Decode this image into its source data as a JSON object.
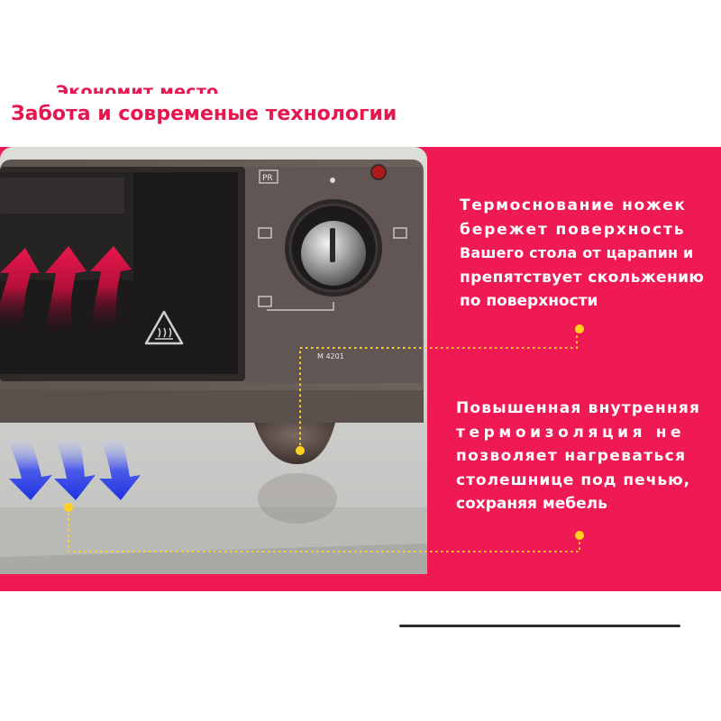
{
  "headings": {
    "partial": "Экономит место",
    "main": "Забота и современые технологии"
  },
  "oven": {
    "model_label": "M 4201",
    "mode_label": "PR"
  },
  "features": [
    {
      "lines": [
        "Термоснование ножек",
        "бережет поверхность",
        "Вашего стола от царапин и",
        "препятствует скольжению",
        "по поверхности"
      ]
    },
    {
      "lines": [
        "Повышенная внутренняя",
        "термоизоляция не",
        "позволяет нагреваться",
        "столешнице под печью,",
        "сохраняя мебель"
      ]
    }
  ],
  "colors": {
    "brand_red": "#ef1a54",
    "heading_red": "#e5174f",
    "callout_yellow": "#ffd21f",
    "heat_arrow": "#d4123f",
    "cool_arrow": "#2a3de0"
  }
}
